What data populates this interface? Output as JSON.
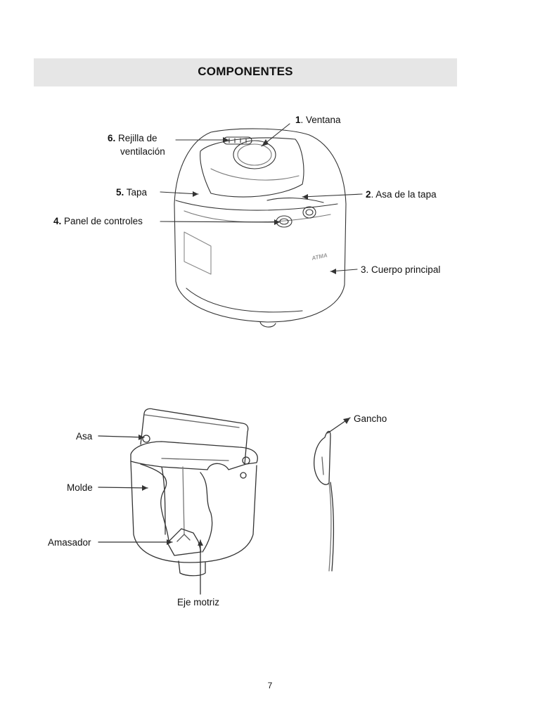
{
  "section_title": "COMPONENTES",
  "machine_labels": [
    {
      "num": "1",
      "text": ". Ventana"
    },
    {
      "num": "2",
      "text": ". Asa de la tapa"
    },
    {
      "num": "3",
      "text": ". Cuerpo principal"
    },
    {
      "num": "4.",
      "text": " Panel de controles"
    },
    {
      "num": "5.",
      "text": " Tapa"
    },
    {
      "num": "6.",
      "text": " Rejilla de"
    }
  ],
  "machine_label_6_line2": "ventilación",
  "brand_logo_text": "ATMA",
  "pan_labels": {
    "handle": "Asa",
    "pan": "Molde",
    "kneader": "Amasador",
    "drive_shaft": "Eje motriz",
    "hook": "Gancho"
  },
  "page_number": "7"
}
